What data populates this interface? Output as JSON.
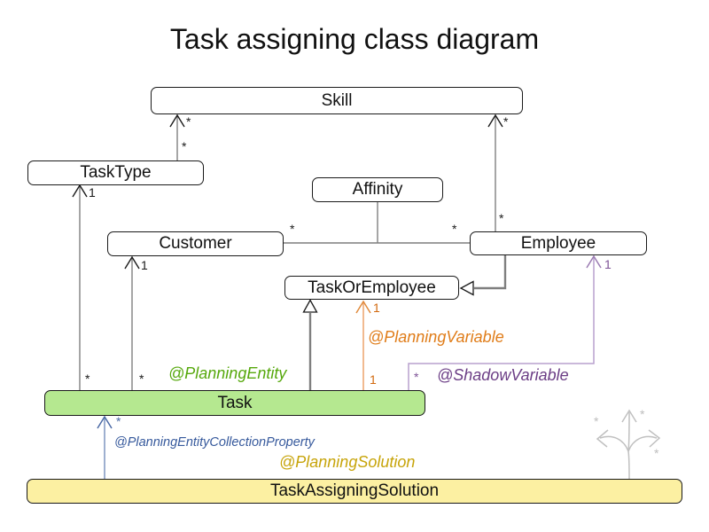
{
  "title": "Task assigning class diagram",
  "classes": {
    "skill": {
      "label": "Skill"
    },
    "task_type": {
      "label": "TaskType"
    },
    "affinity": {
      "label": "Affinity"
    },
    "customer": {
      "label": "Customer"
    },
    "employee": {
      "label": "Employee"
    },
    "task_or_employee": {
      "label": "TaskOrEmployee"
    },
    "task": {
      "label": "Task",
      "fill": "#b5e890"
    },
    "task_assigning_solution": {
      "label": "TaskAssigningSolution",
      "fill": "#fcf0a2"
    }
  },
  "annotations": {
    "planning_entity": {
      "label": "@PlanningEntity",
      "color": "#56a80c"
    },
    "planning_variable": {
      "label": "@PlanningVariable",
      "color": "#e07d1a"
    },
    "shadow_variable": {
      "label": "@ShadowVariable",
      "color": "#6b3d85"
    },
    "planning_entity_collection_property": {
      "label": "@PlanningEntityCollectionProperty",
      "color": "#36599c"
    },
    "planning_solution": {
      "label": "@PlanningSolution",
      "color": "#c7a40a"
    }
  },
  "multiplicity": {
    "task_type_to_skill_near_skill": "*",
    "task_type_to_skill_near_task_type": "*",
    "employee_to_skill_near_skill": "*",
    "employee_to_skill_near_employee": "*",
    "task_to_task_type_near_task_type": "1",
    "task_to_task_type_near_task": "*",
    "task_to_customer_near_customer": "1",
    "task_to_customer_near_task": "*",
    "customer_employee_near_customer": "*",
    "customer_employee_near_employee": "*",
    "planning_variable_near_task_or_employee": "1",
    "planning_variable_near_task": "1",
    "shadow_variable_near_employee": "1",
    "shadow_variable_near_task": "*",
    "collection_property_near_task": "*",
    "ghost_arrow_up": "*",
    "ghost_arrow_left": "*",
    "ghost_arrow_right": "*"
  },
  "colors": {
    "edge_gray": "#7f7f7f",
    "arrowhead_black": "#1a1a1a",
    "orange_line": "#eca36b",
    "purple_line": "#b9a1ce",
    "blue_line": "#7d95c0",
    "ghost_gray": "#c0c0c0",
    "task_fill_green": "#b5e890",
    "solution_fill_yellow": "#fcf0a2"
  }
}
